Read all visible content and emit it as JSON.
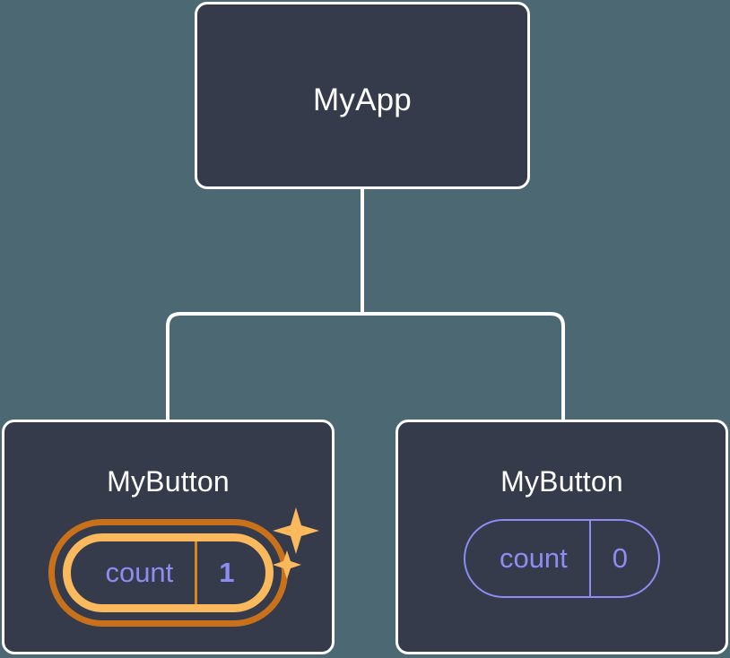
{
  "diagram": {
    "type": "component-tree",
    "title": "React component tree with state highlight",
    "background_color": "#4c6873",
    "node_fill_color": "#353b4a",
    "node_border_color": "#ffffff",
    "connector_color": "#ffffff",
    "state_color": "#8c8cf2",
    "highlight_outer_ring_color": "#c8711a",
    "highlight_inner_ring_color": "#f9b95c",
    "sparkle_color": "#f9b95c"
  },
  "nodes": {
    "root": {
      "label": "MyApp"
    },
    "children": [
      {
        "label": "MyButton",
        "state": {
          "key": "count",
          "value": "1"
        },
        "highlighted": true,
        "sparkle_count": 2
      },
      {
        "label": "MyButton",
        "state": {
          "key": "count",
          "value": "0"
        },
        "highlighted": false,
        "sparkle_count": 0
      }
    ]
  },
  "icons": {
    "sparkle_large": "sparkle-icon",
    "sparkle_small": "sparkle-icon"
  }
}
